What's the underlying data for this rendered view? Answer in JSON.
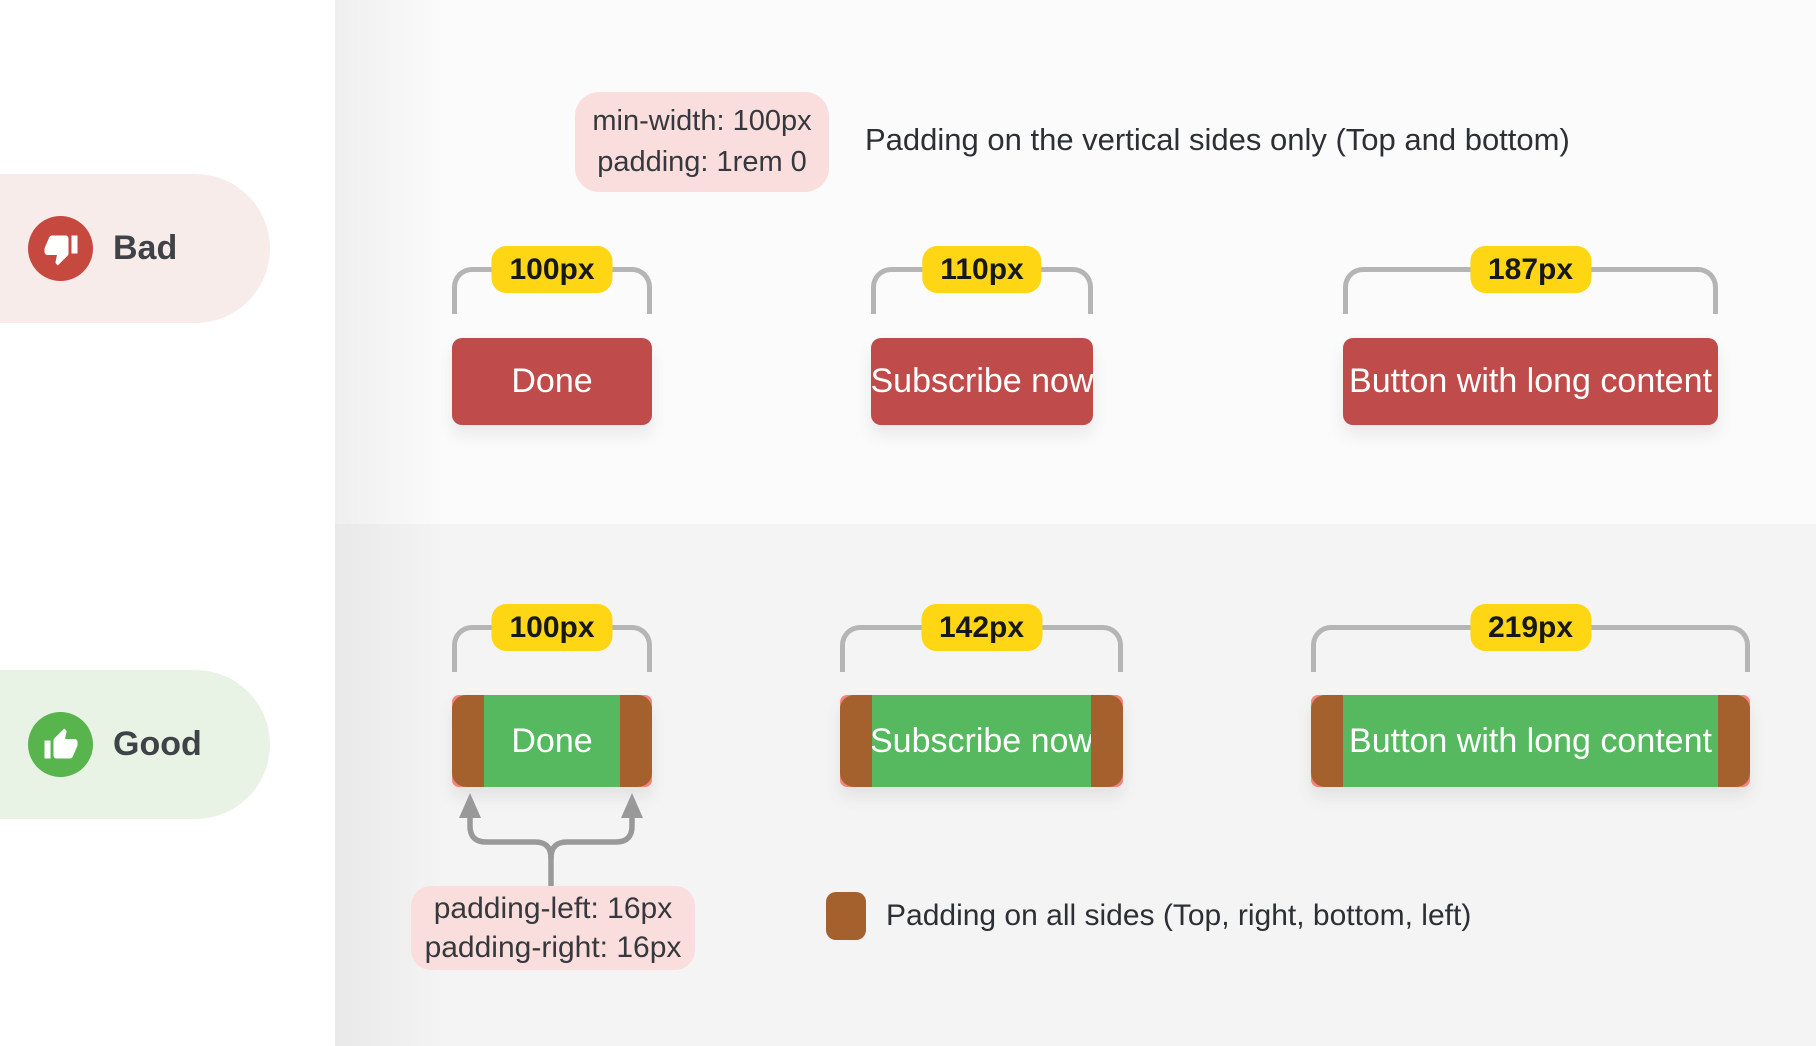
{
  "bad_section": {
    "badge": {
      "label": "Bad",
      "icon": "thumbs-down-icon"
    },
    "spec_label": {
      "line1": "min-width: 100px",
      "line2": "padding: 1rem 0"
    },
    "description": "Padding on the vertical sides only (Top and bottom)",
    "buttons": [
      {
        "width_label": "100px",
        "text": "Done"
      },
      {
        "width_label": "110px",
        "text": "Subscribe now"
      },
      {
        "width_label": "187px",
        "text": "Button with long content"
      }
    ]
  },
  "good_section": {
    "badge": {
      "label": "Good",
      "icon": "thumbs-up-icon"
    },
    "buttons": [
      {
        "width_label": "100px",
        "text": "Done"
      },
      {
        "width_label": "142px",
        "text": "Subscribe now"
      },
      {
        "width_label": "219px",
        "text": "Button with long content"
      }
    ],
    "padding_note": {
      "line1": "padding-left: 16px",
      "line2": "padding-right: 16px"
    },
    "legend_text": "Padding on all sides (Top, right, bottom, left)"
  },
  "colors": {
    "bad_button": "#bf4b4b",
    "bad_circle": "#c5493f",
    "bad_pill_bg": "#f8ecea",
    "good_button_green": "#56b95f",
    "good_circle": "#58b44c",
    "good_pill_bg": "#e9f3e5",
    "padding_brown": "#a5612d",
    "corner_salmon": "#f5837c",
    "measure_chip_yellow": "#fed613",
    "note_pink_bg": "#fadedd",
    "bracket_gray": "#b5b5b5",
    "arrow_gray": "#999999",
    "section_top_bg": "#fbfbfb",
    "section_bottom_bg": "#f4f4f4",
    "text_dark": "#2c2f33"
  }
}
